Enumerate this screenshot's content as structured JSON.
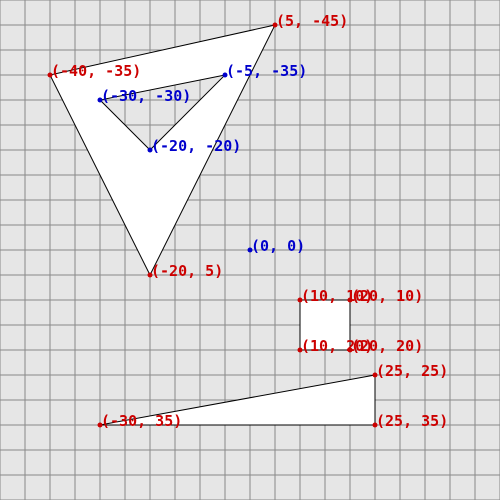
{
  "colors": {
    "background": "#e6e6e6",
    "grid": "#888888",
    "shape_fill": "#ffffff",
    "shape_stroke": "#000000",
    "outer_point": "#cc0000",
    "inner_point": "#0000cc"
  },
  "grid": {
    "x_range": [
      -50,
      50
    ],
    "y_range": [
      -50,
      50
    ],
    "step": 5
  },
  "shapes": [
    {
      "name": "shape-triangle-with-hole",
      "outer": [
        [
          -40,
          -35
        ],
        [
          5,
          -45
        ],
        [
          -20,
          5
        ]
      ],
      "hole": [
        [
          -5,
          -35
        ],
        [
          -30,
          -30
        ],
        [
          -20,
          -20
        ]
      ]
    },
    {
      "name": "shape-square",
      "outer": [
        [
          10,
          10
        ],
        [
          20,
          10
        ],
        [
          20,
          20
        ],
        [
          10,
          20
        ]
      ]
    },
    {
      "name": "shape-right-triangle",
      "outer": [
        [
          25,
          25
        ],
        [
          25,
          35
        ],
        [
          -30,
          35
        ]
      ]
    }
  ],
  "points": [
    {
      "name": "point-neg40-neg35",
      "x": -40,
      "y": -35,
      "label": "(-40, -35)",
      "kind": "outer"
    },
    {
      "name": "point-5-neg45",
      "x": 5,
      "y": -45,
      "label": "(5, -45)",
      "kind": "outer"
    },
    {
      "name": "point-neg20-5",
      "x": -20,
      "y": 5,
      "label": "(-20, 5)",
      "kind": "outer"
    },
    {
      "name": "point-neg5-neg35",
      "x": -5,
      "y": -35,
      "label": "(-5, -35)",
      "kind": "inner"
    },
    {
      "name": "point-neg30-neg30",
      "x": -30,
      "y": -30,
      "label": "(-30, -30)",
      "kind": "inner"
    },
    {
      "name": "point-neg20-neg20",
      "x": -20,
      "y": -20,
      "label": "(-20, -20)",
      "kind": "inner"
    },
    {
      "name": "point-origin",
      "x": 0,
      "y": 0,
      "label": "(0, 0)",
      "kind": "inner"
    },
    {
      "name": "point-10-10",
      "x": 10,
      "y": 10,
      "label": "(10, 10)",
      "kind": "outer"
    },
    {
      "name": "point-20-10",
      "x": 20,
      "y": 10,
      "label": "(20, 10)",
      "kind": "outer"
    },
    {
      "name": "point-10-20",
      "x": 10,
      "y": 20,
      "label": "(10, 20)",
      "kind": "outer"
    },
    {
      "name": "point-20-20",
      "x": 20,
      "y": 20,
      "label": "(20, 20)",
      "kind": "outer"
    },
    {
      "name": "point-25-25",
      "x": 25,
      "y": 25,
      "label": "(25, 25)",
      "kind": "outer"
    },
    {
      "name": "point-25-35",
      "x": 25,
      "y": 35,
      "label": "(25, 35)",
      "kind": "outer"
    },
    {
      "name": "point-neg30-35",
      "x": -30,
      "y": 35,
      "label": "(-30, 35)",
      "kind": "outer"
    }
  ]
}
